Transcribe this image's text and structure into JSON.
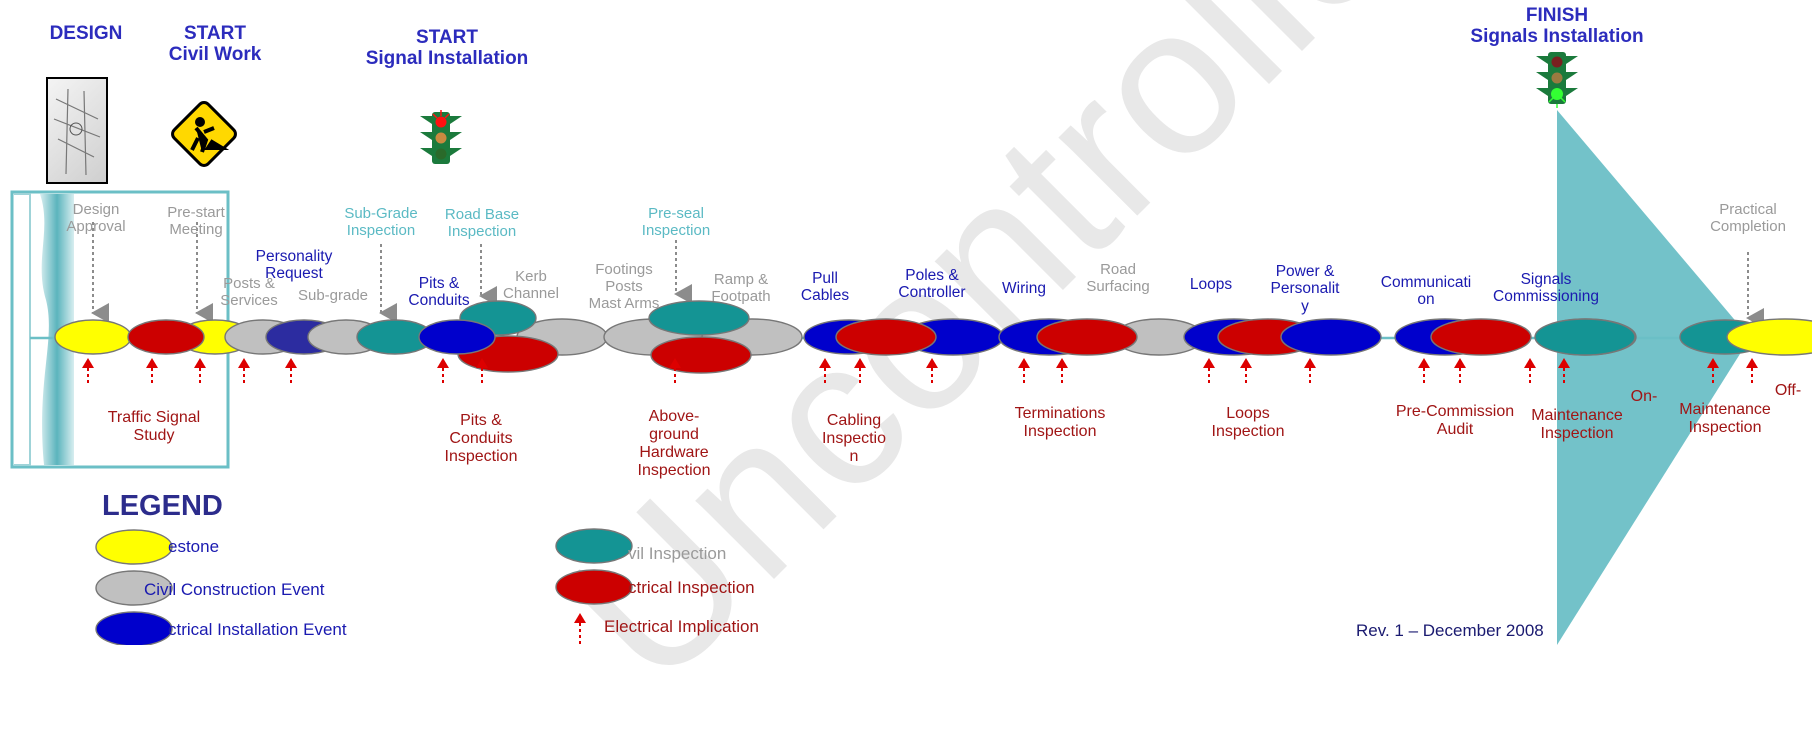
{
  "headings": {
    "design": "DESIGN",
    "start_civil": "START\nCivil Work",
    "start_signal": "START\nSignal Installation",
    "finish": "FINISH\nSignals Installation"
  },
  "upper_labels": {
    "design_approval": "Design\nApproval",
    "prestart_meeting": "Pre-start\nMeeting",
    "posts_services": "Posts &\nServices",
    "personality_request": "Personality\nRequest",
    "sub_grade": "Sub-grade",
    "sub_grade_inspection": "Sub-Grade\nInspection",
    "pits_conduits": "Pits &\nConduits",
    "road_base_inspection": "Road Base\nInspection",
    "kerb_channel": "Kerb\nChannel",
    "footings_posts": "Footings\nPosts\nMast Arms",
    "preseal_inspection": "Pre-seal\nInspection",
    "ramp_footpath": "Ramp &\nFootpath",
    "pull_cables": "Pull\nCables",
    "poles_controller": "Poles &\nController",
    "wiring": "Wiring",
    "road_surfacing": "Road\nSurfacing",
    "loops": "Loops",
    "power_personality": "Power &\nPersonalit\ny",
    "communication": "Communicati\non",
    "signals_commissioning": "Signals\nCommissioning",
    "practical_completion": "Practical\nCompletion"
  },
  "lower_labels": {
    "traffic_signal_study": "Traffic Signal\nStudy",
    "pits_conduits_inspection": "Pits &\nConduits\nInspection",
    "aboveground_inspection": "Above-\nground\nHardware\nInspection",
    "cabling_inspection": "Cabling\nInspectio\nn",
    "terminations_inspection": "Terminations\nInspection",
    "loops_inspection": "Loops\nInspection",
    "precommission_audit": "Pre-Commission\nAudit",
    "maintenance_inspection": "Maintenance\nInspection",
    "on_label": "On-",
    "maintenance_inspection_2": "Maintenance\nInspection",
    "off_label": "Off-"
  },
  "legend": {
    "title": "LEGEND",
    "milestone": "estone",
    "civil_construction": "Civil Construction Event",
    "electrical_installation": "ctrical Installation Event",
    "civil_inspection": "vil Inspection",
    "electrical_inspection": "ctrical Inspection",
    "electrical_implication": "Electrical Implication"
  },
  "watermark": "Uncontrolled when printed",
  "revision": "Rev. 1 – December 2008",
  "colors": {
    "milestone": "#ffff00",
    "civil_construction": "#c0c0c0",
    "electrical_install": "#0000cc",
    "civil_inspection": "#149494",
    "electrical_inspection": "#cc0000",
    "teal_band": "#6bbfc6",
    "heading": "#2c2cbd"
  }
}
